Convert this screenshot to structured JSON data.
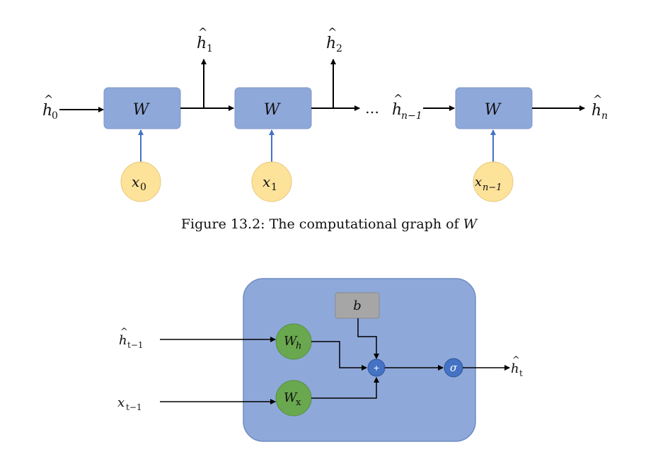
{
  "top_graph": {
    "input_label": "h",
    "input_sub": "0",
    "cell_label": "W",
    "outputs": [
      {
        "base": "h",
        "sub": "1"
      },
      {
        "base": "h",
        "sub": "2"
      }
    ],
    "ellipsis": "…",
    "mid_label": {
      "base": "h",
      "sub": "n−1"
    },
    "final_output": {
      "base": "h",
      "sub": "n"
    },
    "inputs": [
      {
        "base": "x",
        "sub": "0"
      },
      {
        "base": "x",
        "sub": "1"
      },
      {
        "base": "x",
        "sub": "n−1"
      }
    ]
  },
  "caption": {
    "prefix": "Figure 13.2: The computational graph of ",
    "var": "W"
  },
  "cell_detail": {
    "bias": "b",
    "wh": {
      "base": "W",
      "sub": "h"
    },
    "wx": {
      "base": "W",
      "sub": "x"
    },
    "plus": "+",
    "sigma": "σ",
    "in_h": {
      "base": "h",
      "sub": "t−1"
    },
    "in_x": {
      "base": "x",
      "sub": "t−1"
    },
    "out_h": {
      "base": "h",
      "sub": "t"
    }
  },
  "colors": {
    "cell_blue": "#8fa8da",
    "input_yellow": "#fde29a",
    "weight_green": "#6aa84f",
    "bias_gray": "#a6a6a6",
    "node_blue": "#4472c4",
    "arrow_blue": "#4472c4"
  }
}
